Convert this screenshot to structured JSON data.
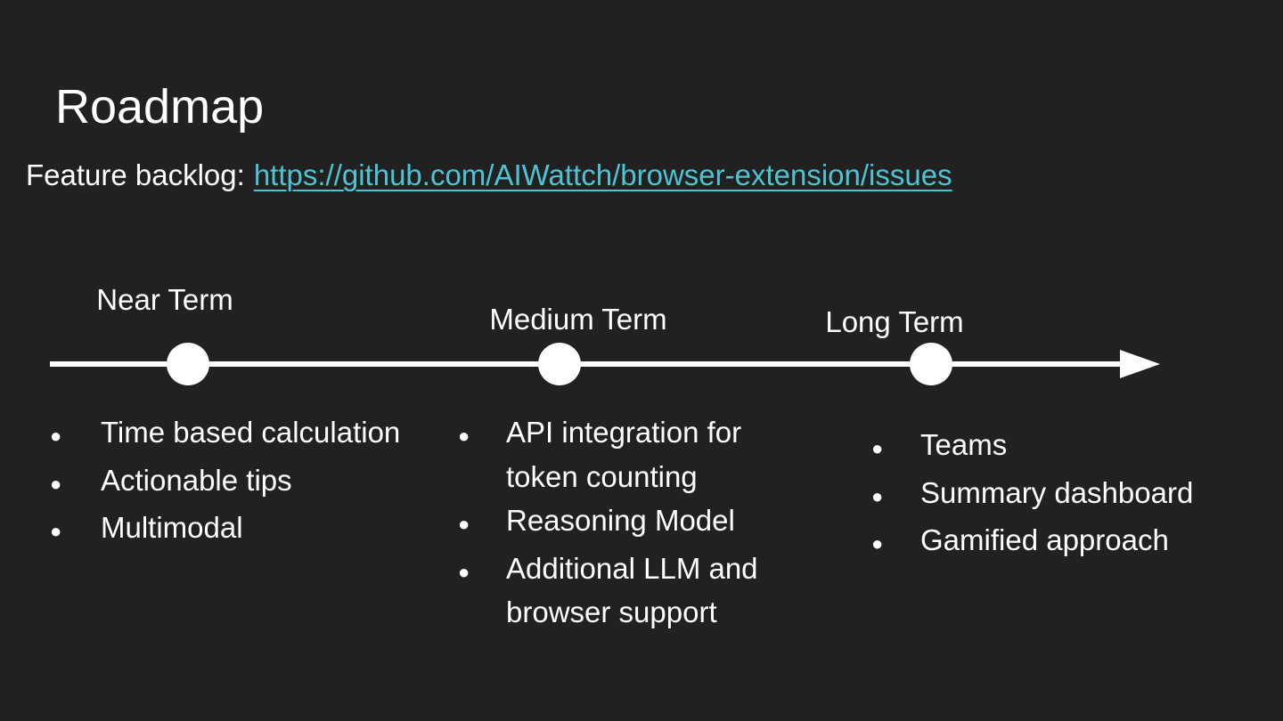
{
  "slide": {
    "title": "Roadmap",
    "backlog_label": "Feature backlog:",
    "backlog_link": "https://github.com/AIWattch/browser-extension/issues"
  },
  "icons": {
    "bullet": "●"
  },
  "timeline": {
    "milestones": [
      {
        "label": "Near Term",
        "items": [
          "Time based calculation",
          "Actionable tips",
          "Multimodal"
        ]
      },
      {
        "label": "Medium Term",
        "items": [
          "API integration for token counting",
          "Reasoning Model",
          "Additional LLM and browser support"
        ]
      },
      {
        "label": "Long Term",
        "items": [
          "Teams",
          "Summary dashboard",
          "Gamified approach"
        ]
      }
    ]
  },
  "colors": {
    "background": "#212121",
    "text": "#ffffff",
    "link": "#4dc3d4",
    "timeline": "#ffffff"
  }
}
